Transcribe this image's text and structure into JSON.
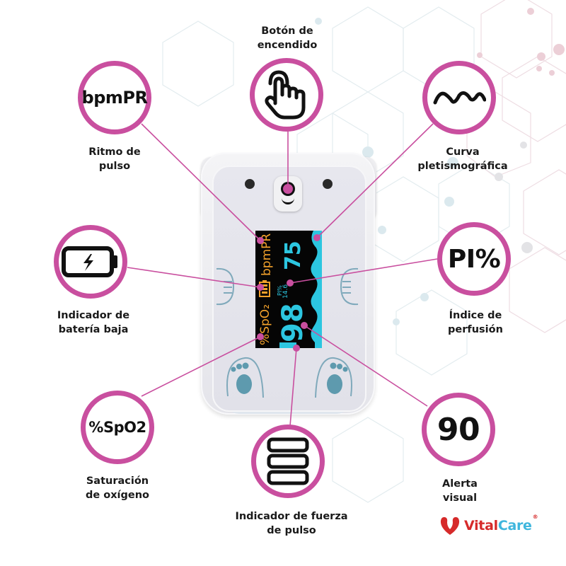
{
  "colors": {
    "accent_magenta": "#c94f9f",
    "icon_black": "#111111",
    "display_orange": "#f2a12b",
    "display_cyan": "#2cc6e0",
    "paw_blue": "#5e9aae",
    "brand_red": "#d62a2a",
    "brand_blue": "#3fb6dd"
  },
  "features": {
    "power_button": {
      "icon": "pointing-hand-icon",
      "label_line1": "Botón de",
      "label_line2": "encendido"
    },
    "pulse_rate": {
      "icon_text": "bpmPR",
      "label_line1": "Ritmo de",
      "label_line2": "pulso"
    },
    "pleth_curve": {
      "icon": "waveform-icon",
      "label_line1": "Curva",
      "label_line2": "pletismográfica"
    },
    "low_battery": {
      "icon": "battery-charging-icon",
      "label_line1": "Indicador de",
      "label_line2": "batería baja"
    },
    "perfusion_index": {
      "icon_text": "PI%",
      "label_line1": "Índice de",
      "label_line2": "perfusión"
    },
    "spo2": {
      "icon_text": "%SpO2",
      "label_line1": "Saturación",
      "label_line2": "de oxígeno"
    },
    "pulse_strength": {
      "icon": "pulse-bars-icon",
      "label_line1": "Indicador de fuerza",
      "label_line2": "de pulso"
    },
    "visual_alert": {
      "icon_text": "90",
      "label_line1": "Alerta",
      "label_line2": "visual"
    }
  },
  "device_display": {
    "bpm_label": "bpmPR",
    "bpm_value": "75",
    "spo2_label": "%SpO₂",
    "spo2_value": "98",
    "pi_label": "PI%",
    "pi_value": "14.6"
  },
  "brand": {
    "name_part1": "Vital",
    "name_part2": "Care",
    "registered": "®"
  }
}
